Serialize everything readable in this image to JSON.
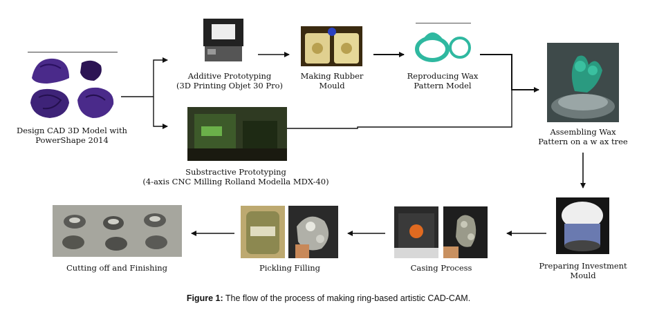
{
  "steps": {
    "design": {
      "line1": "Design CAD 3D Model with",
      "line2": "PowerShape 2014"
    },
    "additive": {
      "line1": "Additive Prototyping",
      "line2": "(3D Printing Objet 30 Pro)"
    },
    "subtractive": {
      "line1": "Substractive Prototyping",
      "line2": "(4-axis CNC Milling Rolland Modella MDX-40)"
    },
    "rubber": {
      "line1": "Making Rubber",
      "line2": "Mould"
    },
    "wax": {
      "line1": "Reproducing Wax",
      "line2": "Pattern Model"
    },
    "assemble": {
      "line1": "Assembling Wax",
      "line2": "Pattern on a w ax tree"
    },
    "investment": {
      "line1": "Preparing Investment",
      "line2": "Mould"
    },
    "casing": {
      "line1": "Casing Process"
    },
    "pickling": {
      "line1": "Pickling Filling"
    },
    "cutting": {
      "line1": "Cutting off and Finishing"
    }
  },
  "caption": {
    "label": "Figure 1:",
    "text": "The flow of the process of making ring-based artistic CAD-CAM."
  },
  "colors": {
    "arrow": "#111111",
    "cad_model": "#4a2a8a",
    "wax": "#2fb8a0"
  }
}
